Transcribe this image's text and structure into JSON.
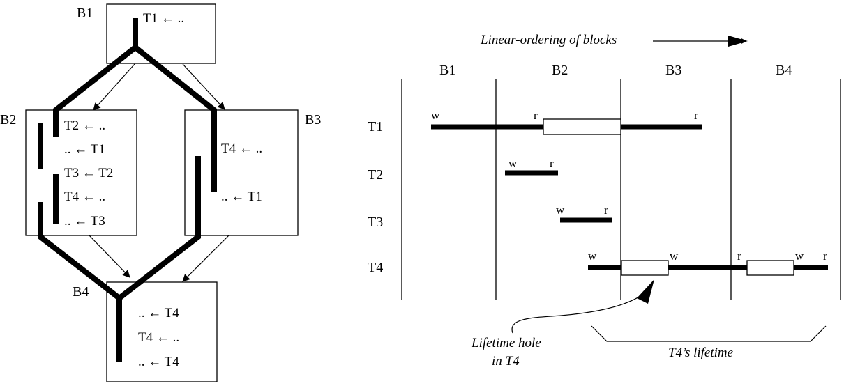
{
  "cfg": {
    "blocks": {
      "b1": {
        "label": "B1",
        "stmts": [
          "T1 ← .."
        ]
      },
      "b2": {
        "label": "B2",
        "stmts": [
          "T2 ← ..",
          ".. ← T1",
          "T3 ← T2",
          "T4 ← ..",
          ".. ← T3"
        ]
      },
      "b3": {
        "label": "B3",
        "stmts": [
          "T4 ← ..",
          ".. ← T1"
        ]
      },
      "b4": {
        "label": "B4",
        "stmts": [
          ".. ← T4",
          "T4 ← ..",
          ".. ← T4"
        ]
      }
    }
  },
  "linear": {
    "title": "Linear-ordering of blocks",
    "columns": [
      "B1",
      "B2",
      "B3",
      "B4"
    ],
    "rows": [
      {
        "label": "T1",
        "marks": [
          "w",
          "r",
          "r"
        ]
      },
      {
        "label": "T2",
        "marks": [
          "w",
          "r"
        ]
      },
      {
        "label": "T3",
        "marks": [
          "w",
          "r"
        ]
      },
      {
        "label": "T4",
        "marks": [
          "w",
          "w",
          "r",
          "w",
          "r"
        ]
      }
    ],
    "hole_note": [
      "Lifetime hole",
      "in T4"
    ],
    "lifetime_label": "T4’s lifetime"
  }
}
